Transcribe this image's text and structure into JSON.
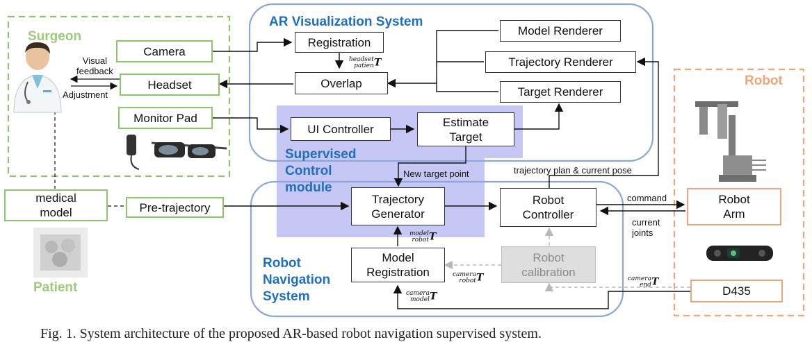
{
  "groups": {
    "surgeon": "Surgeon",
    "ar_system": "AR Visualization System",
    "supervised": [
      "Supervised",
      "Control",
      "module"
    ],
    "navigation": [
      "Robot",
      "Navigation",
      "System"
    ],
    "robot": "Robot",
    "patient": "Patient"
  },
  "boxes": {
    "camera": "Camera",
    "headset": "Headset",
    "monitor_pad": "Monitor Pad",
    "medical_model": [
      "medical",
      "model"
    ],
    "pre_trajectory": "Pre-trajectory",
    "registration": "Registration",
    "overlap": "Overlap",
    "model_renderer": "Model Renderer",
    "trajectory_renderer": "Trajectory Renderer",
    "target_renderer": "Target Renderer",
    "ui_controller": "UI Controller",
    "estimate_target": [
      "Estimate",
      "Target"
    ],
    "trajectory_generator": [
      "Trajectory",
      "Generator"
    ],
    "robot_controller": [
      "Robot",
      "Controller"
    ],
    "model_registration": [
      "Model",
      "Registration"
    ],
    "robot_calibration": [
      "Robot",
      "calibration"
    ],
    "robot_arm": [
      "Robot",
      "Arm"
    ],
    "d435": "D435"
  },
  "labels": {
    "visual_feedback": [
      "Visual",
      "feedback"
    ],
    "adjustment": "Adjustment",
    "new_target_point": "New target point",
    "trajectory_plan": "trajectory plan & current pose",
    "command": "command",
    "current_joints": [
      "current",
      "joints"
    ]
  },
  "transforms": {
    "headset_patient": [
      "headset",
      "patien"
    ],
    "model_robot": [
      "model",
      "robot"
    ],
    "camera_robot": [
      "camera",
      "robot"
    ],
    "camera_model": [
      "camera",
      "model"
    ],
    "camera_end": [
      "camera",
      "end"
    ],
    "symbol": "T"
  },
  "caption": "Fig. 1. System architecture of the proposed AR-based robot navigation supervised system.",
  "colors": {
    "green": "#8cc66a",
    "blue": "#8aa7d8",
    "purple": "#c7c7f5",
    "orange": "#f0a478",
    "grey": "#b8b8b8"
  }
}
